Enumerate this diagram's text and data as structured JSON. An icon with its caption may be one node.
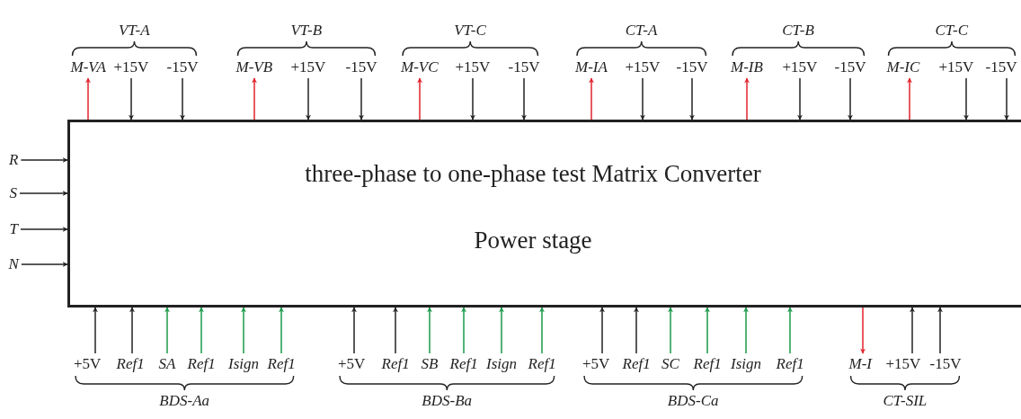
{
  "diagram": {
    "nodes": [
      {
        "text": [
          "three-phase to one-phase test Matrix Converter",
          "Power stage"
        ]
      },
      {
        "text": [
          "M-VA"
        ]
      },
      {
        "text": [
          "+15V"
        ]
      },
      {
        "text": [
          "-15V"
        ]
      },
      {
        "text": [
          "M-VB"
        ]
      },
      {
        "text": [
          "+15V"
        ]
      },
      {
        "text": [
          "-15V"
        ]
      },
      {
        "text": [
          "M-VC"
        ]
      },
      {
        "text": [
          "+15V"
        ]
      },
      {
        "text": [
          "-15V"
        ]
      },
      {
        "text": [
          "M-IA"
        ]
      },
      {
        "text": [
          "+15V"
        ]
      },
      {
        "text": [
          "-15V"
        ]
      },
      {
        "text": [
          "M-IB"
        ]
      },
      {
        "text": [
          "+15V"
        ]
      },
      {
        "text": [
          "-15V"
        ]
      },
      {
        "text": [
          "M-IC"
        ]
      },
      {
        "text": [
          "+15V"
        ]
      },
      {
        "text": [
          "-15V"
        ]
      },
      {
        "text": [
          "R"
        ]
      },
      {
        "text": [
          "S"
        ]
      },
      {
        "text": [
          "T"
        ]
      },
      {
        "text": [
          "N"
        ]
      },
      {
        "text": [
          "+5V"
        ]
      },
      {
        "text": [
          "Ref1"
        ]
      },
      {
        "text": [
          "SA"
        ]
      },
      {
        "text": [
          "Ref1"
        ]
      },
      {
        "text": [
          "Isign"
        ]
      },
      {
        "text": [
          "Ref1"
        ]
      },
      {
        "text": [
          "+5V"
        ]
      },
      {
        "text": [
          "Ref1"
        ]
      },
      {
        "text": [
          "SB"
        ]
      },
      {
        "text": [
          "Ref1"
        ]
      },
      {
        "text": [
          "Isign"
        ]
      },
      {
        "text": [
          "Ref1"
        ]
      },
      {
        "text": [
          "+5V"
        ]
      },
      {
        "text": [
          "Ref1"
        ]
      },
      {
        "text": [
          "SC"
        ]
      },
      {
        "text": [
          "Ref1"
        ]
      },
      {
        "text": [
          "Isign"
        ]
      },
      {
        "text": [
          "Ref1"
        ]
      },
      {
        "text": [
          "M-I"
        ]
      },
      {
        "text": [
          "+15V"
        ]
      },
      {
        "text": [
          "-15V"
        ]
      }
    ],
    "edges": [
      {
        "from": 0,
        "to": 1,
        "arrow": "to",
        "color": "#e3222b"
      },
      {
        "from": 2,
        "to": 0,
        "arrow": "to"
      },
      {
        "from": 3,
        "to": 0,
        "arrow": "to"
      },
      {
        "from": 0,
        "to": 4,
        "arrow": "to",
        "color": "#e3222b"
      },
      {
        "from": 5,
        "to": 0,
        "arrow": "to"
      },
      {
        "from": 6,
        "to": 0,
        "arrow": "to"
      },
      {
        "from": 0,
        "to": 7,
        "arrow": "to",
        "color": "#e3222b"
      },
      {
        "from": 8,
        "to": 0,
        "arrow": "to"
      },
      {
        "from": 9,
        "to": 0,
        "arrow": "to"
      },
      {
        "from": 0,
        "to": 10,
        "arrow": "to",
        "color": "#e3222b"
      },
      {
        "from": 11,
        "to": 0,
        "arrow": "to"
      },
      {
        "from": 12,
        "to": 0,
        "arrow": "to"
      },
      {
        "from": 0,
        "to": 13,
        "arrow": "to",
        "color": "#e3222b"
      },
      {
        "from": 14,
        "to": 0,
        "arrow": "to"
      },
      {
        "from": 15,
        "to": 0,
        "arrow": "to"
      },
      {
        "from": 0,
        "to": 16,
        "arrow": "to",
        "color": "#e3222b"
      },
      {
        "from": 17,
        "to": 0,
        "arrow": "to"
      },
      {
        "from": 18,
        "to": 0,
        "arrow": "to"
      },
      {
        "from": 19,
        "to": 0,
        "arrow": "to"
      },
      {
        "from": 20,
        "to": 0,
        "arrow": "to"
      },
      {
        "from": 21,
        "to": 0,
        "arrow": "to"
      },
      {
        "from": 22,
        "to": 0,
        "arrow": "to"
      },
      {
        "from": 23,
        "to": 0,
        "arrow": "to"
      },
      {
        "from": 24,
        "to": 0,
        "arrow": "to"
      },
      {
        "from": 25,
        "to": 0,
        "arrow": "to",
        "color": "#1a9a4a"
      },
      {
        "from": 26,
        "to": 0,
        "arrow": "to",
        "color": "#1a9a4a"
      },
      {
        "from": 27,
        "to": 0,
        "arrow": "to",
        "color": "#1a9a4a"
      },
      {
        "from": 28,
        "to": 0,
        "arrow": "to",
        "color": "#1a9a4a"
      },
      {
        "from": 29,
        "to": 0,
        "arrow": "to"
      },
      {
        "from": 30,
        "to": 0,
        "arrow": "to"
      },
      {
        "from": 31,
        "to": 0,
        "arrow": "to",
        "color": "#1a9a4a"
      },
      {
        "from": 32,
        "to": 0,
        "arrow": "to",
        "color": "#1a9a4a"
      },
      {
        "from": 33,
        "to": 0,
        "arrow": "to",
        "color": "#1a9a4a"
      },
      {
        "from": 34,
        "to": 0,
        "arrow": "to",
        "color": "#1a9a4a"
      },
      {
        "from": 35,
        "to": 0,
        "arrow": "to"
      },
      {
        "from": 36,
        "to": 0,
        "arrow": "to"
      },
      {
        "from": 37,
        "to": 0,
        "arrow": "to",
        "color": "#1a9a4a"
      },
      {
        "from": 38,
        "to": 0,
        "arrow": "to",
        "color": "#1a9a4a"
      },
      {
        "from": 39,
        "to": 0,
        "arrow": "to",
        "color": "#1a9a4a"
      },
      {
        "from": 40,
        "to": 0,
        "arrow": "to",
        "color": "#1a9a4a"
      },
      {
        "from": 0,
        "to": 41,
        "arrow": "to",
        "color": "#e3222b"
      },
      {
        "from": 42,
        "to": 0,
        "arrow": "to"
      },
      {
        "from": 43,
        "to": 0,
        "arrow": "to"
      }
    ],
    "labels": [
      "VT-A",
      "VT-B",
      "VT-C",
      "CT-A",
      "CT-B",
      "CT-C",
      "BDS-Aa",
      "BDS-Ba",
      "BDS-Ca",
      "CT-SIL"
    ]
  }
}
